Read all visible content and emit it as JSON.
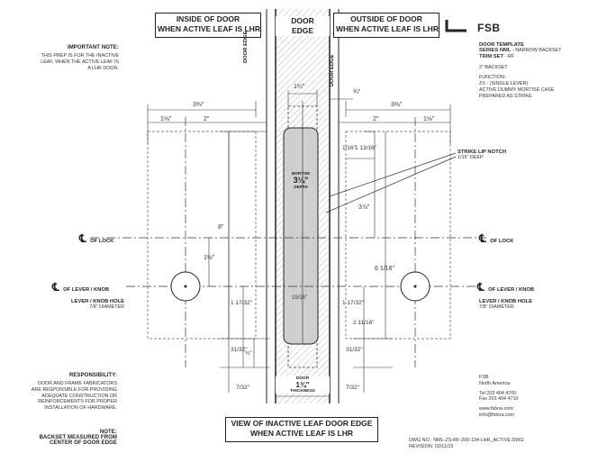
{
  "header": {
    "inside_line1": "INSIDE OF DOOR",
    "inside_line2": "WHEN ACTIVE LEAF IS LHR",
    "edge_line1": "DOOR",
    "edge_line2": "EDGE",
    "outside_line1": "OUTSIDE OF DOOR",
    "outside_line2": "WHEN ACTIVE LEAF IS LHR"
  },
  "brand": {
    "logo": "FSB",
    "template_title": "DOOR TEMPLATE",
    "series": "SERIES NML",
    "series_desc": "- NARROW BACKSET",
    "trim": "TRIM SET",
    "trim_desc": "- RF",
    "backset": "2\" BACKSET",
    "function_label": "FUNCTION:",
    "function_1": "ZS - (SINGLE LEVER)",
    "function_2": "ACTIVE DUMMY MORTISE CASE",
    "function_3": "PREPARED AS STRIKE"
  },
  "notes": {
    "important_title": "IMPORTANT NOTE:",
    "important_1": "THIS PREP IS FOR THE INACTIVE",
    "important_2": "LEAF, WHEN THE ACTIVE LEAF IS",
    "important_3": "A LHR DOOR.",
    "resp_title": "RESPONSIBILITY:",
    "resp_1": "DOOR AND FRAME FABRICATORS",
    "resp_2": "ARE RESPONSIBLE FOR PROVIDING",
    "resp_3": "ADEQUATE CONSTRUCTION OR",
    "resp_4": "REINFORCEMENTS FOR PROPER",
    "resp_5": "INSTALLATION OF HARDWARE.",
    "note_title": "NOTE:",
    "note_1": "BACKSET MEASURED FROM",
    "note_2": "CENTER OF DOOR EDGE"
  },
  "labels": {
    "door_edge_left": "DOOR EDGE",
    "door_edge_right": "DOOR EDGE",
    "cl_symbol": "℄",
    "of_lock": "OF LOCK",
    "of_lever": "OF LEVER / KNOB",
    "hole_title": "LEVER / KNOB HOLE",
    "hole_diam": "7/8\" DIAMETER",
    "strike_title": "STRIKE LIP NOTCH",
    "strike_deep": "1/16\" DEEP",
    "mortise_1": "MORTISE",
    "mortise_depth": "DEPTH",
    "door_label": "DOOR",
    "thickness": "THICKNESS"
  },
  "dims": {
    "one_quarter": "1¼\"",
    "three_quarter": "¾\"",
    "three_eighths": "3⅜\"",
    "one_eighth": "1⅛\"",
    "two": "2\"",
    "one_sixteenth": "1/16\"",
    "thirteen_sixteenths": "1 13/16\"",
    "mortise_depth": "3¼\"",
    "three_sevens": "3⅞\"",
    "eight": "8\"",
    "one_half": "1½\"",
    "six_one_sixteenth": "6 1/16\"",
    "fifteen_sixteenths": "15/16\"",
    "one_seventeen": "1 17/32\"",
    "two_eleven": "2 11/16\"",
    "thirtyone": "31/32\"",
    "three_quarter_v": "¾\"",
    "seven_32": "7/32\"",
    "door_thickness": "1¾\""
  },
  "footer": {
    "view_line1": "VIEW OF INACTIVE LEAF DOOR EDGE",
    "view_line2": "WHEN ACTIVE LEAF IS LHR"
  },
  "contact": {
    "company": "FSB",
    "region": "North America",
    "tel": "Tel 203 404 4700",
    "fax": "Fax 203 404 4710",
    "web": "www.fsbna.com",
    "email": "info@fsbna.com"
  },
  "dwg": {
    "number": "DWG NO.: NML-ZS-RF-200-134-LHR_ACTIVE.DWG",
    "revision": "REVISION: 02/11/15"
  }
}
